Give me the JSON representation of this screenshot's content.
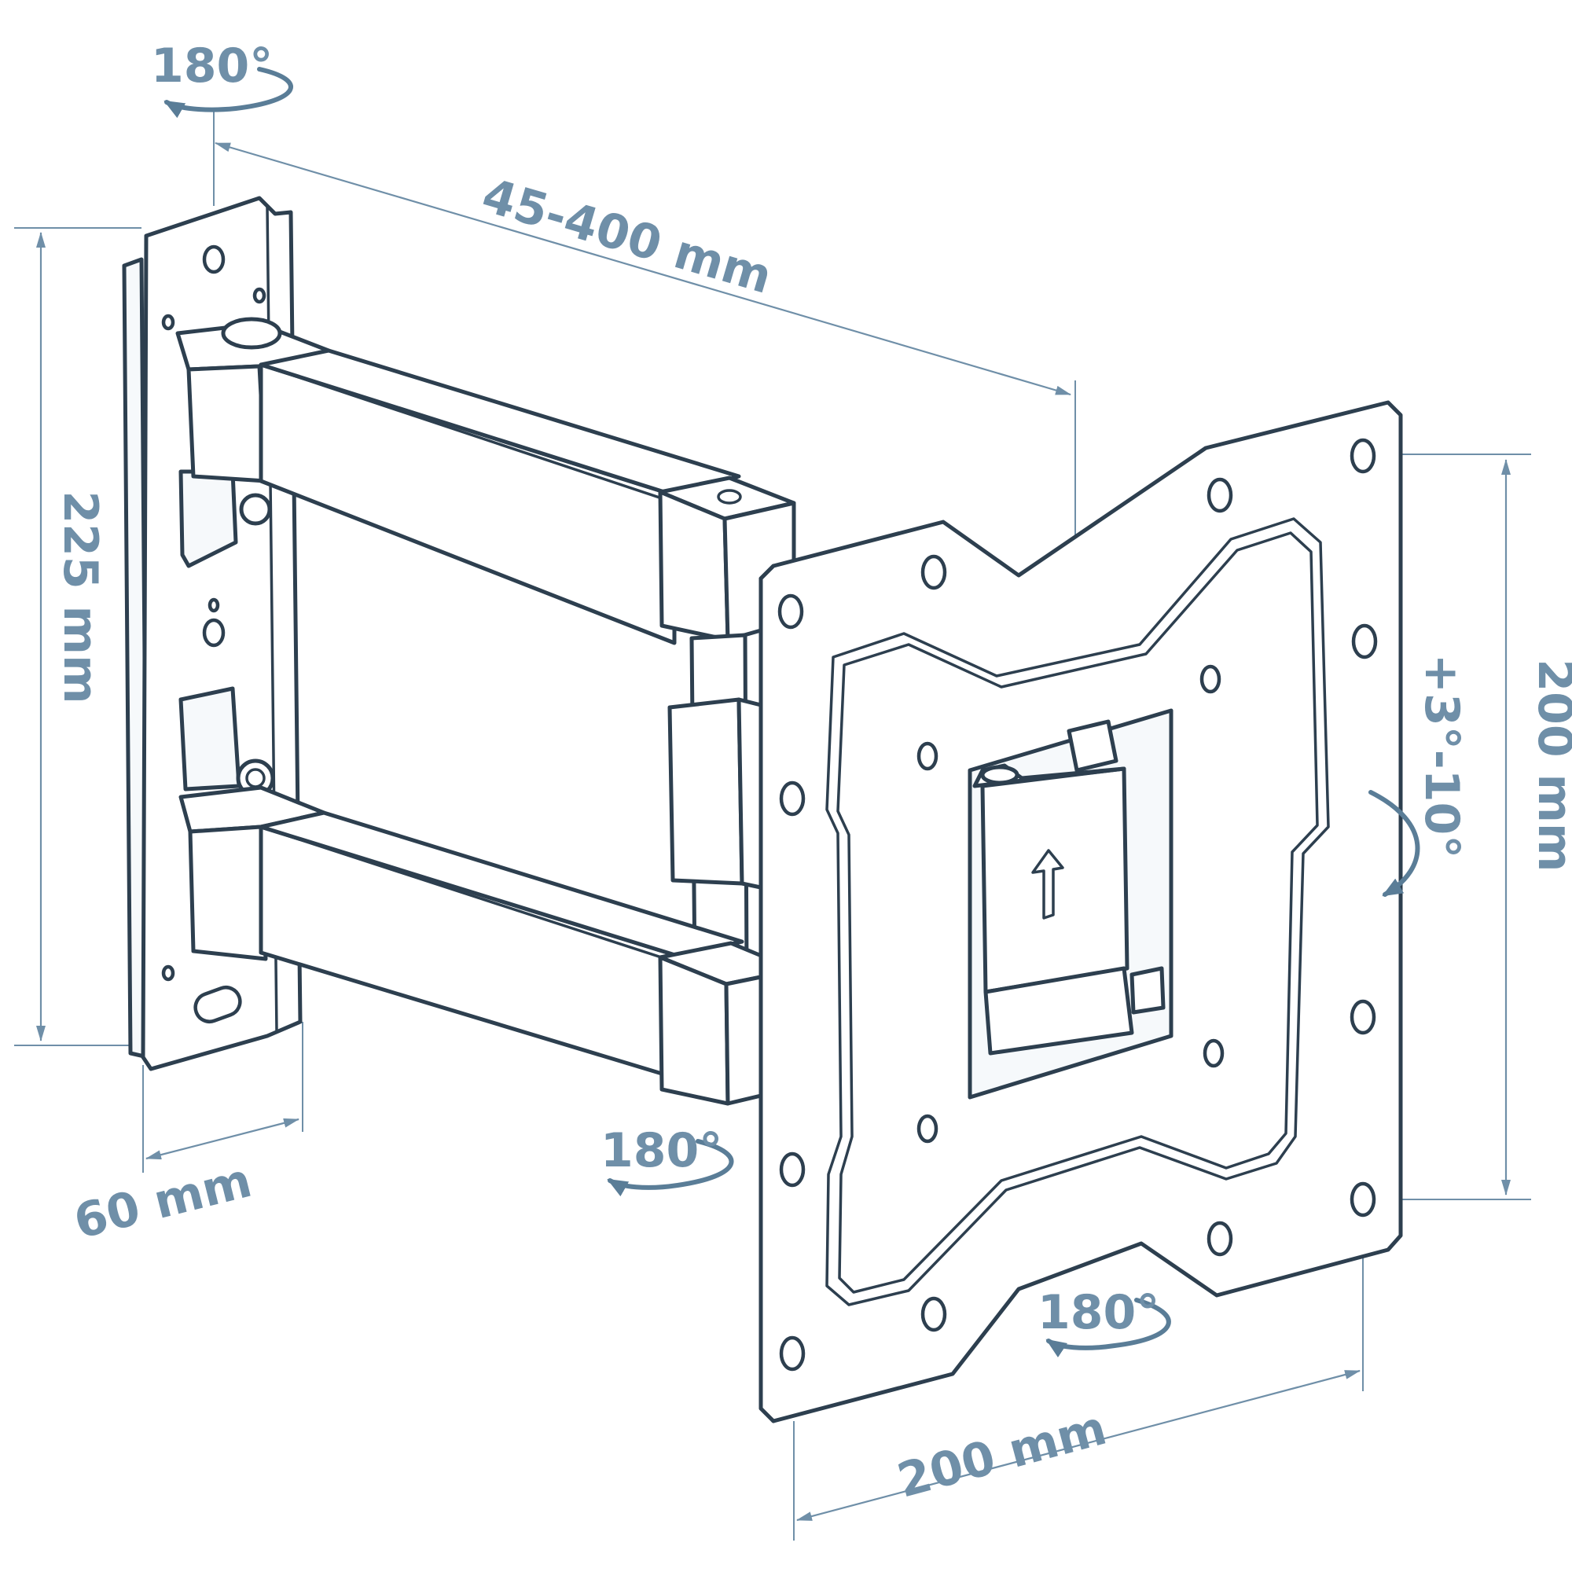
{
  "colors": {
    "label": "#6f8fa8",
    "line": "#2d3f4f",
    "background": "#ffffff"
  },
  "labels": {
    "rotation_top": "180°",
    "extension": "45-400 mm",
    "wall_height": "225 mm",
    "wall_depth": "60 mm",
    "rotation_arm": "180°",
    "rotation_plate": "180°",
    "tilt": "+3°-10°",
    "plate_height": "200 mm",
    "plate_width": "200 mm"
  }
}
